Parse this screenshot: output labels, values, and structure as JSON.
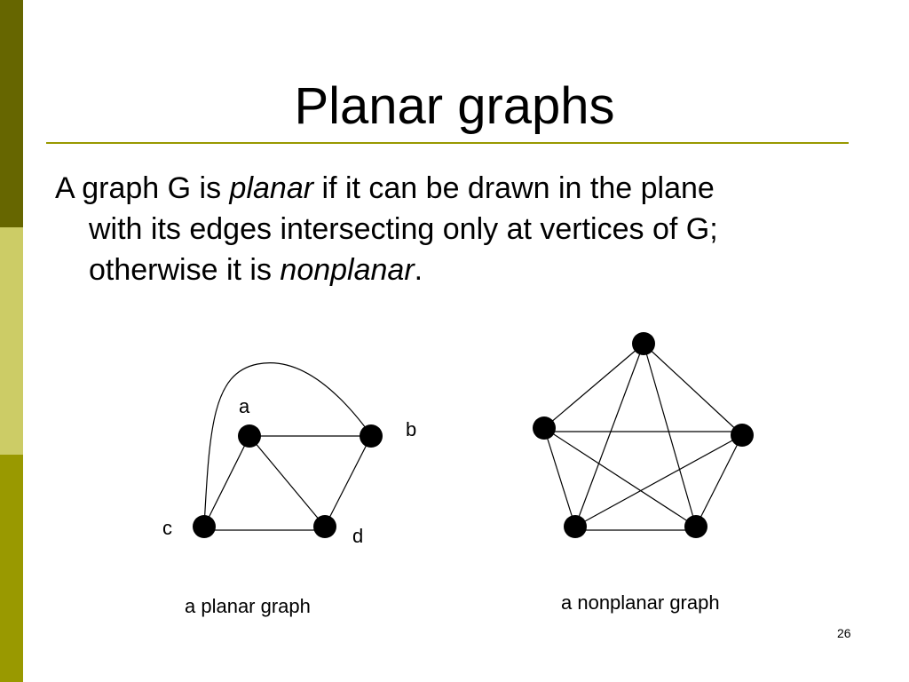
{
  "slide": {
    "title": "Planar graphs",
    "body": {
      "line1_pre": "A graph G is ",
      "line1_term": "planar",
      "line1_post": " if it can be drawn in the plane",
      "line2": "with its edges intersecting only at vertices of G;",
      "line3_pre": "otherwise it is ",
      "line3_term": "nonplanar",
      "line3_post": "."
    },
    "planar_graph": {
      "caption": "a planar graph",
      "vertex_labels": [
        "a",
        "b",
        "c",
        "d"
      ]
    },
    "nonplanar_graph": {
      "caption": "a nonplanar graph"
    },
    "page_number": "26",
    "colors": {
      "bar_dark": "#666600",
      "bar_light": "#cccc66",
      "bar_mid": "#999900",
      "rule": "#999900"
    }
  }
}
